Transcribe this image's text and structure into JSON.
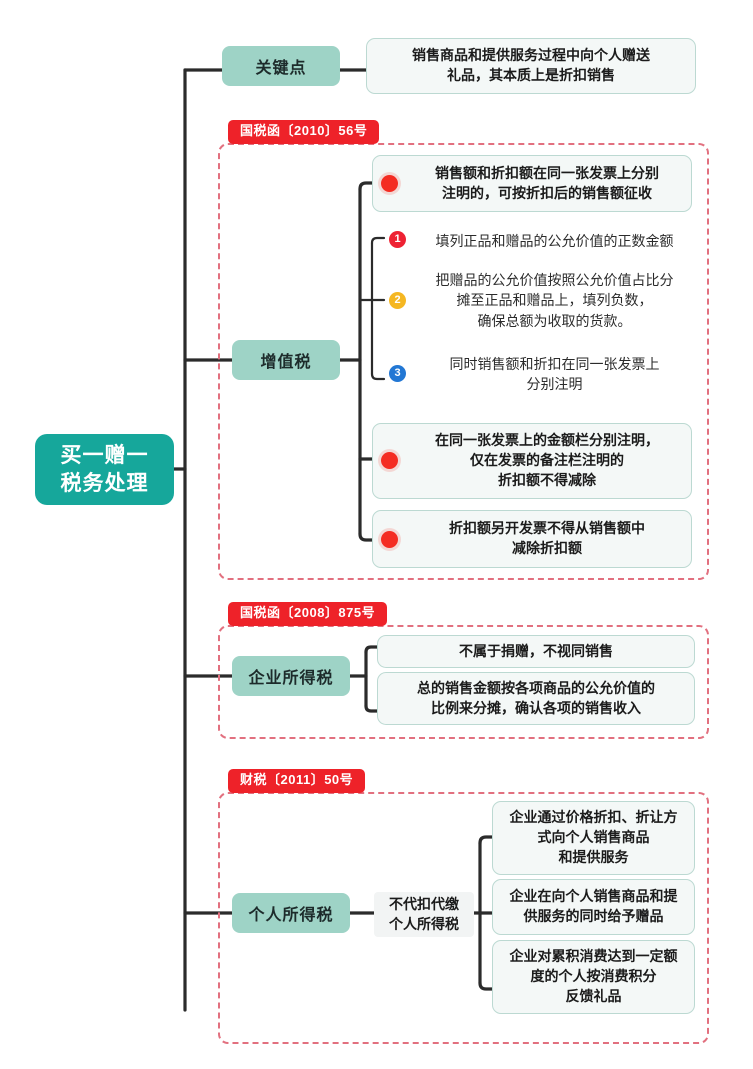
{
  "root": {
    "line1": "买一赠一",
    "line2": "税务处理"
  },
  "branches": [
    {
      "label": "关键点",
      "leaves": [
        {
          "text": "销售商品和提供服务过程中向个人赠送\n礼品，其本质上是折扣销售"
        }
      ]
    },
    {
      "badge": "国税函〔2010〕56号",
      "label": "增值税",
      "leaves": [
        {
          "bullet": "dot",
          "text": "销售额和折扣额在同一张发票上分别\n注明的，可按折扣后的销售额征收"
        },
        {
          "bullet": "1",
          "text": "填列正品和赠品的公允价值的正数金额"
        },
        {
          "bullet": "2",
          "text": "把赠品的公允价值按照公允价值占比分\n摊至正品和赠品上，填列负数，\n确保总额为收取的货款。"
        },
        {
          "bullet": "3",
          "text": "同时销售额和折扣在同一张发票上\n分别注明"
        },
        {
          "bullet": "dot",
          "text": "在同一张发票上的金额栏分别注明，\n仅在发票的备注栏注明的\n折扣额不得减除"
        },
        {
          "bullet": "dot",
          "text": "折扣额另开发票不得从销售额中\n减除折扣额"
        }
      ]
    },
    {
      "badge": "国税函〔2008〕875号",
      "label": "企业所得税",
      "leaves": [
        {
          "text": "不属于捐赠，不视同销售"
        },
        {
          "text": "总的销售金额按各项商品的公允价值的\n比例来分摊，确认各项的销售收入"
        }
      ]
    },
    {
      "badge": "财税〔2011〕50号",
      "label": "个人所得税",
      "midLabel": "不代扣代缴\n个人所得税",
      "leaves": [
        {
          "text": "企业通过价格折扣、折让方\n式向个人销售商品\n和提供服务"
        },
        {
          "text": "企业在向个人销售商品和提\n供服务的同时给予赠品"
        },
        {
          "text": "企业对累积消费达到一定额\n度的个人按消费积分\n反馈礼品"
        }
      ]
    }
  ],
  "colors": {
    "root_bg": "#16a79b",
    "branch_bg": "#9ed3c6",
    "badge_bg": "#ee2229",
    "dashed_border": "#e2707f",
    "leaf_border": "#bcd9d2",
    "leaf_bg": "#f4f8f7",
    "bullet_red": "#f42c22",
    "bullet_yellow": "#f5b722",
    "bullet_blue": "#2277d4",
    "wire": "#2b2b2b"
  }
}
